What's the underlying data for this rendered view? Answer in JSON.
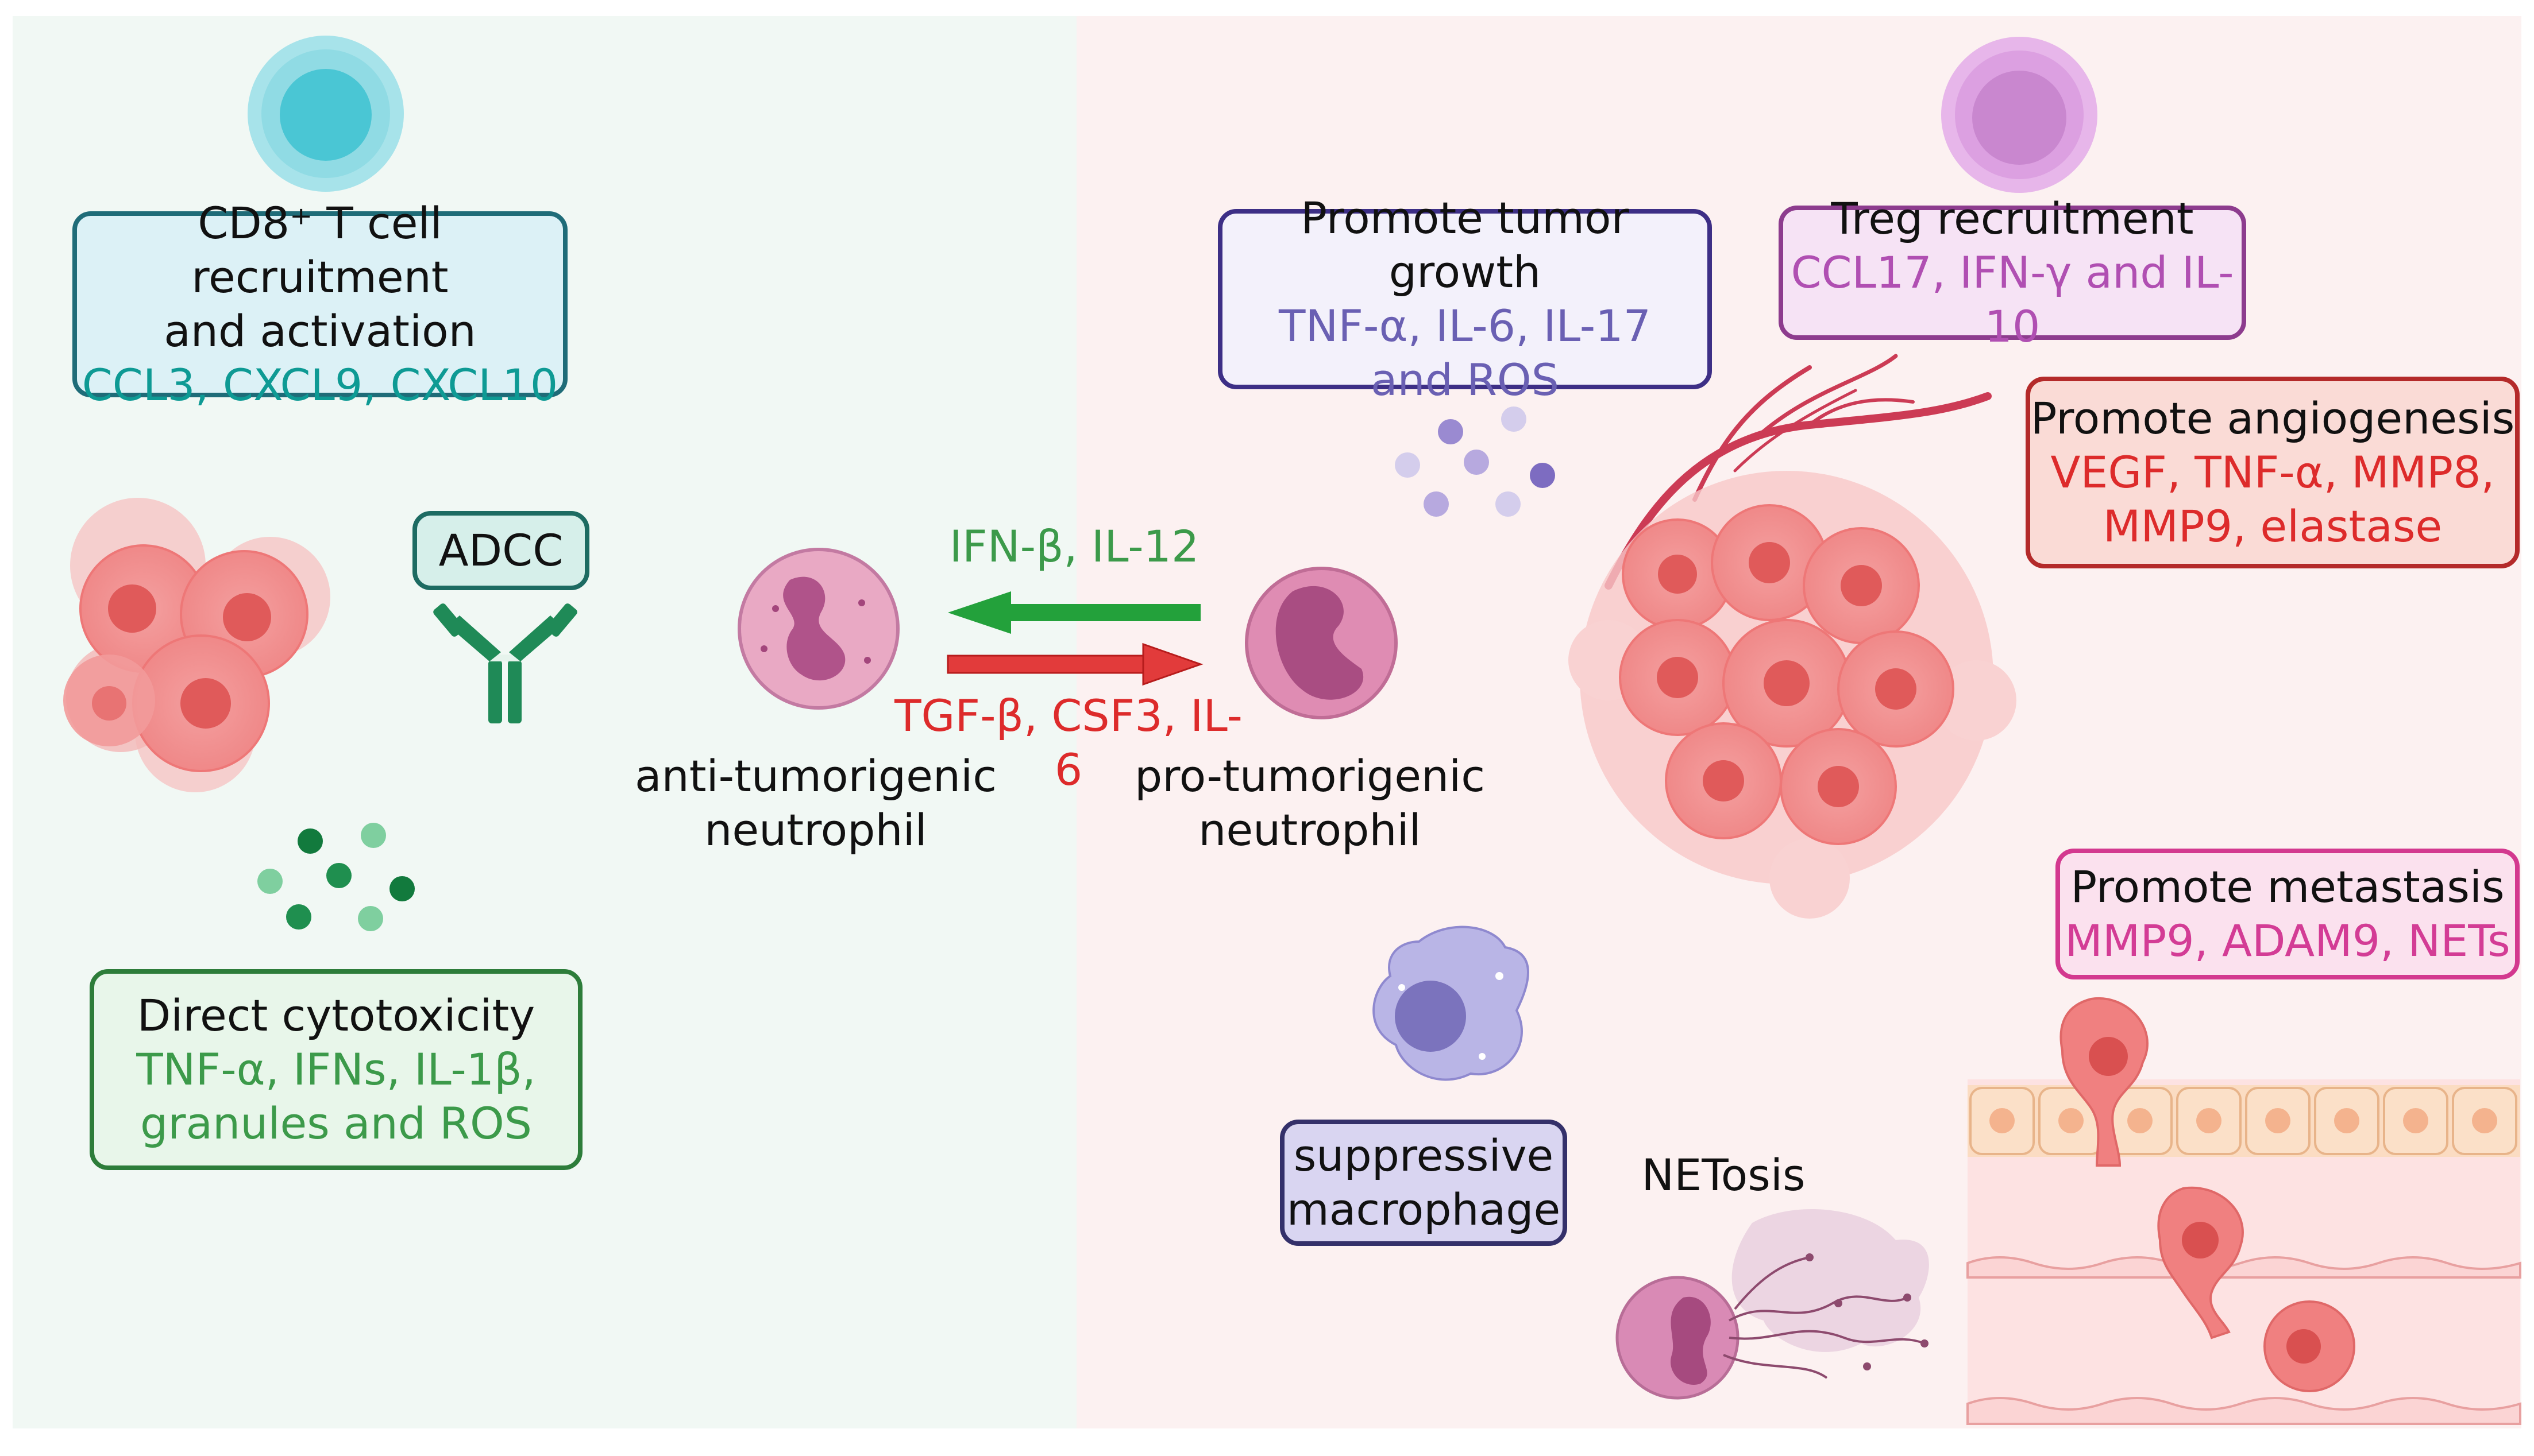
{
  "colors": {
    "teal": "#0e9a94",
    "green": "#3c9a4a",
    "purple": "#6a60b3",
    "violet": "#b04fb2",
    "red": "#dd2b2b",
    "magenta": "#d33c95",
    "arrow_green": "#23a13b",
    "arrow_red": "#e23b3b"
  },
  "left": {
    "cd8_box": {
      "title_line1": "CD8⁺ T cell recruitment",
      "title_line2": "and activation",
      "factors": "CCL3, CXCL9, CXCL10"
    },
    "adcc_label": "ADCC",
    "cytotoxicity_box": {
      "title": "Direct cytotoxicity",
      "factors_line1": "TNF-α, IFNs, IL-1β,",
      "factors_line2": "granules and ROS"
    }
  },
  "center": {
    "to_anti_signals": "IFN-β, IL-12",
    "to_pro_signals": "TGF-β, CSF3, IL-6",
    "anti_label_line1": "anti-tumorigenic",
    "anti_label_line2": "neutrophil",
    "pro_label_line1": "pro-tumorigenic",
    "pro_label_line2": "neutrophil"
  },
  "right": {
    "tumor_growth_box": {
      "title": "Promote tumor growth",
      "factors_line1": "TNF-α, IL-6, IL-17",
      "factors_line2": "and ROS"
    },
    "treg_box": {
      "title": "Treg recruitment",
      "factors": "CCL17, IFN-γ and IL-10"
    },
    "angiogenesis_box": {
      "title": "Promote angiogenesis",
      "factors_line1": "VEGF, TNF-α, MMP8,",
      "factors_line2": "MMP9, elastase"
    },
    "metastasis_box": {
      "title": "Promote metastasis",
      "factors": "MMP9, ADAM9, NETs"
    },
    "macrophage_label_line1": "suppressive",
    "macrophage_label_line2": "macrophage",
    "netosis_label": "NETosis"
  }
}
